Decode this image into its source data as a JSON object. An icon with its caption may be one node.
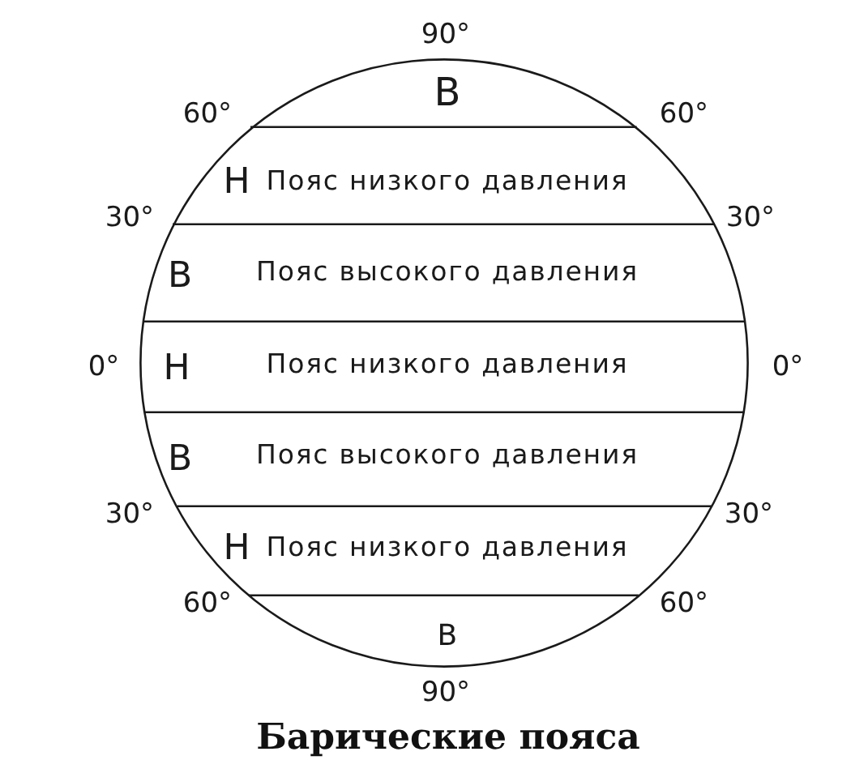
{
  "diagram": {
    "title": "Барические пояса",
    "nodes": [
      {
        "text": [],
        "shape": "circle"
      },
      {
        "text": [
          "В"
        ],
        "in": 0
      },
      {
        "text": [
          "Н",
          "Пояс низкого давления"
        ],
        "in": 0
      },
      {
        "text": [
          "В",
          "Пояс высокого давления"
        ],
        "in": 0
      },
      {
        "text": [
          "Н",
          "Пояс низкого давления"
        ],
        "in": 0
      },
      {
        "text": [
          "В",
          "Пояс высокого давления"
        ],
        "in": 0
      },
      {
        "text": [
          "Н",
          "Пояс низкого давления"
        ],
        "in": 0
      },
      {
        "text": [
          "В"
        ],
        "in": 0
      }
    ],
    "labels": [
      "90°",
      "60°",
      "60°",
      "30°",
      "30°",
      "0°",
      "0°",
      "30°",
      "30°",
      "60°",
      "60°",
      "90°"
    ]
  }
}
